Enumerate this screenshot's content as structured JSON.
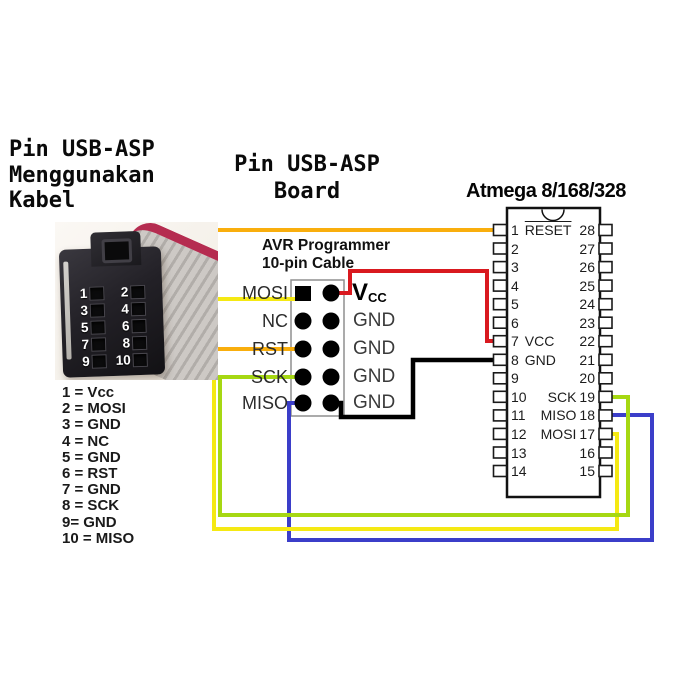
{
  "left_panel": {
    "title_lines": [
      "Pin USB-ASP",
      "Menggunakan",
      "Kabel"
    ],
    "photo": {
      "pins": [
        "1",
        "2",
        "3",
        "4",
        "5",
        "6",
        "7",
        "8",
        "9",
        "10"
      ]
    },
    "legend": {
      "items": [
        "1 = Vcc",
        "2 = MOSI",
        "3 = GND",
        "4 = NC",
        "5 = GND",
        "6 = RST",
        "7 = GND",
        "8 = SCK",
        "9= GND",
        "10 = MISO"
      ]
    }
  },
  "board": {
    "title_lines": [
      "Pin USB-ASP",
      "Board"
    ],
    "connector": {
      "caption_lines": [
        "AVR Programmer",
        "10-pin Cable"
      ],
      "left_labels": [
        "MOSI",
        "NC",
        "RST",
        "SCK",
        "MISO"
      ],
      "vcc_label": {
        "main": "V",
        "sub": "CC"
      },
      "gnd_labels": [
        "GND",
        "GND",
        "GND",
        "GND"
      ]
    }
  },
  "chip": {
    "title": "Atmega 8/168/328",
    "left_pins": [
      {
        "num": "1",
        "name": "RESET"
      },
      {
        "num": "2",
        "name": ""
      },
      {
        "num": "3",
        "name": ""
      },
      {
        "num": "4",
        "name": ""
      },
      {
        "num": "5",
        "name": ""
      },
      {
        "num": "6",
        "name": ""
      },
      {
        "num": "7",
        "name": "VCC"
      },
      {
        "num": "8",
        "name": "GND"
      },
      {
        "num": "9",
        "name": ""
      },
      {
        "num": "10",
        "name": ""
      },
      {
        "num": "11",
        "name": ""
      },
      {
        "num": "12",
        "name": ""
      },
      {
        "num": "13",
        "name": ""
      },
      {
        "num": "14",
        "name": ""
      }
    ],
    "right_pins": [
      {
        "num": "28",
        "name": ""
      },
      {
        "num": "27",
        "name": ""
      },
      {
        "num": "26",
        "name": ""
      },
      {
        "num": "25",
        "name": ""
      },
      {
        "num": "24",
        "name": ""
      },
      {
        "num": "23",
        "name": ""
      },
      {
        "num": "22",
        "name": ""
      },
      {
        "num": "21",
        "name": ""
      },
      {
        "num": "20",
        "name": ""
      },
      {
        "num": "19",
        "name": "SCK"
      },
      {
        "num": "18",
        "name": "MISO"
      },
      {
        "num": "17",
        "name": "MOSI"
      },
      {
        "num": "16",
        "name": ""
      },
      {
        "num": "15",
        "name": ""
      }
    ]
  },
  "wires": {
    "reset": {
      "color": "#F9AE0D",
      "from": "USB-ASP RST",
      "to": "ATmega pin 1 RESET"
    },
    "vcc": {
      "color": "#D9191F",
      "from": "USB-ASP Vcc",
      "to": "ATmega pin 7 VCC"
    },
    "gnd": {
      "color": "#000000",
      "from": "USB-ASP GND",
      "to": "ATmega pin 8 GND"
    },
    "sck": {
      "color": "#A6D812",
      "from": "USB-ASP SCK",
      "to": "ATmega pin 19 SCK"
    },
    "miso": {
      "color": "#3B3EC9",
      "from": "USB-ASP MISO",
      "to": "ATmega pin 18 MISO"
    },
    "mosi": {
      "color": "#F5E913",
      "from": "USB-ASP MOSI",
      "to": "ATmega pin 17 MOSI"
    }
  }
}
